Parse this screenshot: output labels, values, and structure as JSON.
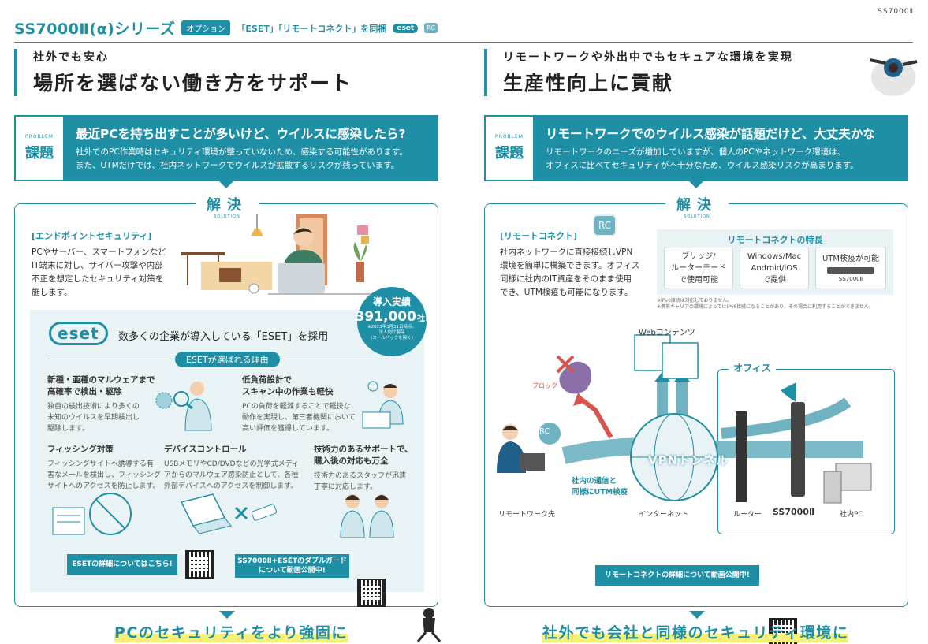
{
  "header": {
    "series": "SS7000Ⅱ(α)シリーズ",
    "option_badge": "オプション",
    "bundle_text": "「ESET」「リモートコネクト」を同梱",
    "eset_badge": "eset",
    "rc_badge": "RC",
    "corner_model": "SS7000Ⅱ"
  },
  "left": {
    "kicker": "社外でも安心",
    "title": "場所を選ばない働き方をサポート",
    "problem": {
      "label_en": "PROBLEM",
      "label": "課題",
      "heading": "最近PCを持ち出すことが多いけど、ウイルスに感染したら?",
      "body1": "社外でのPC作業時はセキュリティ環境が整っていないため、感染する可能性があります。",
      "body2": "また、UTMだけでは、社内ネットワークでウイルスが拡散するリスクが残っています。"
    },
    "solution": "解決",
    "solution_en": "SOLUTION",
    "endpoint_title": "[エンドポイントセキュリティ]",
    "endpoint_lines": [
      "PCやサーバー、スマートフォンなど",
      "IT端末に対し、サイバー攻撃や内部",
      "不正を想定したセキュリティ対策を",
      "施します。"
    ],
    "eset_logo": "eset",
    "eset_tagline": "数多くの企業が導入している「ESET」を採用",
    "record": {
      "label": "導入実績",
      "value": "391,000",
      "unit": "社!",
      "note_mark": "※",
      "notes": [
        "※2023年3月31日時点。",
        "法人向け製品",
        "(スールパックを除く)"
      ]
    },
    "reasons_title": "ESETが選ばれる理由",
    "features": [
      {
        "h1": "新種・亜種のマルウェアまで",
        "h2": "高確率で検出・駆除",
        "b": [
          "独自の検出技術により多くの",
          "未知のウイルスを早期検出し",
          "駆除します。"
        ]
      },
      {
        "h1": "低負荷設計で",
        "h2": "スキャン中の作業も軽快",
        "b": [
          "PCの負荷を軽減することで軽快な",
          "動作を実現し、第三者機関において",
          "高い評価を獲得しています。"
        ]
      },
      {
        "h1": "フィッシング対策",
        "h2": "",
        "b": [
          "フィッシングサイトへ誘導する有",
          "害なメールを検出し、フィッシング",
          "サイトへのアクセスを防止します。"
        ]
      },
      {
        "h1": "デバイスコントロール",
        "h2": "",
        "b": [
          "USBメモリやCD/DVDなどの光学式メディ",
          "アからのマルウェア感染防止として、各種",
          "外部デバイスへのアクセスを制御します。"
        ]
      },
      {
        "h1": "技術力のあるサポートで、",
        "h2": "購入後の対応も万全",
        "b": [
          "技術力のあるスタッフが迅速",
          "丁寧に対応します。"
        ]
      }
    ],
    "cta1": "ESETの詳細についてはこちら!",
    "cta2_l1": "SS7000Ⅱ+ESETのダブルガード",
    "cta2_l2": "について動画公開中!",
    "bottom_headline": "PCのセキュリティをより強固に"
  },
  "right": {
    "kicker": "リモートワークや外出中でもセキュアな環境を実現",
    "title": "生産性向上に貢献",
    "problem": {
      "label_en": "PROBLEM",
      "label": "課題",
      "heading": "リモートワークでのウイルス感染が話題だけど、大丈夫かな",
      "body1": "リモートワークのニーズが増加していますが、個人のPCやネットワーク環境は、",
      "body2": "オフィスに比べてセキュリティが不十分なため、ウイルス感染リスクが高まります。"
    },
    "solution": "解決",
    "solution_en": "SOLUTION",
    "rc_title": "[リモートコネクト]",
    "rc_badge": "RC",
    "rc_lines": [
      "社内ネットワークに直接接続しVPN",
      "環境を簡単に構築できます。オフィス",
      "同様に社内のIT資産をそのまま使用",
      "でき、UTM検疫も可能になります。"
    ],
    "features_title": "リモートコネクトの特長",
    "feature_cards": [
      {
        "l1": "ブリッジ/",
        "l2": "ルーターモード",
        "l3": "で使用可能"
      },
      {
        "l1": "Windows/Mac",
        "l2": "Android/iOS",
        "l3": "で提供"
      },
      {
        "l1": "UTM検疫が可能",
        "l2": "",
        "l3": "SS7000Ⅱ"
      }
    ],
    "notes": [
      "※IPv6接続は対応しておりません。",
      "※携帯キャリアの環境によってはIPv6接続になることがあり、その場合に利用することができません。"
    ],
    "diagram": {
      "web": "Webコンテンツ",
      "block": "ブロック",
      "office": "オフィス",
      "vpn": "VPNトンネル",
      "quarantine1": "社内の通信と",
      "quarantine2": "同様にUTM検疫",
      "remote": "リモートワーク先",
      "internet": "インターネット",
      "router": "ルーター",
      "model": "SS7000Ⅱ",
      "pc": "社内PC",
      "rc": "RC"
    },
    "cta": "リモートコネクトの詳細について動画公開中!",
    "bottom_headline": "社外でも会社と同様のセキュリティ環境に"
  },
  "colors": {
    "accent": "#1f8fa6",
    "light": "#e8f3f5",
    "highlight": "#f6f07a",
    "red": "#d9534f"
  }
}
